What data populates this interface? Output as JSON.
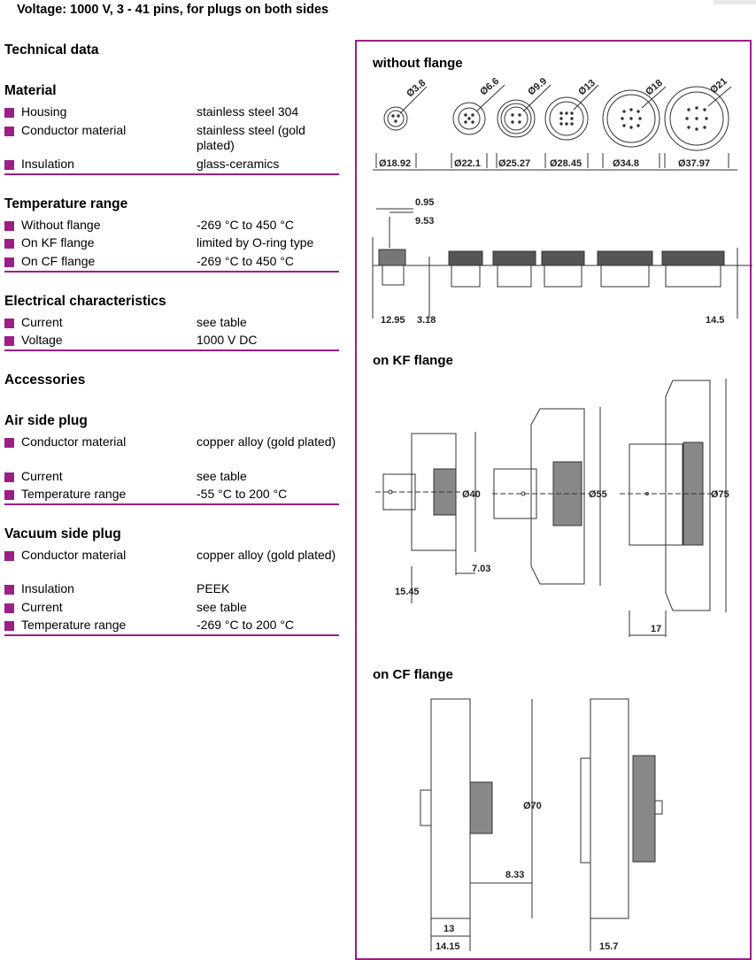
{
  "page": {
    "title": "Voltage: 1000 V, 3 - 41 pins, for plugs on both sides"
  },
  "left": {
    "technical_data": "Technical data",
    "material": {
      "title": "Material",
      "rows": [
        {
          "label": "Housing",
          "value": "stainless steel 304"
        },
        {
          "label": "Conductor material",
          "value": "stainless steel (gold plated)"
        },
        {
          "label": "Insulation",
          "value": "glass-ceramics"
        }
      ]
    },
    "temperature": {
      "title": "Temperature range",
      "rows": [
        {
          "label": "Without flange",
          "value": "-269 °C to 450 °C"
        },
        {
          "label": "On KF flange",
          "value": "limited by O-ring type"
        },
        {
          "label": "On CF flange",
          "value": "-269 °C to 450 °C"
        }
      ]
    },
    "electrical": {
      "title": "Electrical characteristics",
      "rows": [
        {
          "label": "Current",
          "value": "see table"
        },
        {
          "label": "Voltage",
          "value": "1000  V DC"
        }
      ]
    },
    "accessories": "Accessories",
    "air_side": {
      "title": "Air side plug",
      "rows": [
        {
          "label": "Conductor material",
          "value": "copper alloy (gold plated)"
        },
        {
          "label": "Current",
          "value": "see table"
        },
        {
          "label": "Temperature range",
          "value": "-55 °C to 200 °C"
        }
      ]
    },
    "vacuum_side": {
      "title": "Vacuum side plug",
      "rows": [
        {
          "label": "Conductor material",
          "value": "copper alloy (gold plated)"
        },
        {
          "label": "Insulation",
          "value": "PEEK"
        },
        {
          "label": "Current",
          "value": "see table"
        },
        {
          "label": "Temperature range",
          "value": "-269 °C to 200 °C"
        }
      ]
    }
  },
  "right": {
    "without_flange": {
      "title": "without flange",
      "pin_diameters": [
        "Ø3.8",
        "Ø6.6",
        "Ø9.9",
        "Ø13",
        "Ø18",
        "Ø21"
      ],
      "outer_diameters": [
        "Ø18.92",
        "Ø22.1",
        "Ø25.27",
        "Ø28.45",
        "Ø34.8",
        "Ø37.97"
      ],
      "dims": {
        "d095": "0.95",
        "d953": "9.53",
        "d1295": "12.95",
        "d318": "3.18",
        "d145": "14.5"
      }
    },
    "kf_flange": {
      "title": "on KF flange",
      "dims": {
        "d40": "Ø40",
        "d55": "Ø55",
        "d75": "Ø75",
        "d703": "7.03",
        "d1545": "15.45",
        "d17": "17"
      }
    },
    "cf_flange": {
      "title": "on CF flange",
      "dims": {
        "d70": "Ø70",
        "d833": "8.33",
        "d13": "13",
        "d1415": "14.15",
        "d157": "15.7"
      }
    }
  },
  "colors": {
    "accent": "#9c1f87",
    "line": "#333333"
  }
}
